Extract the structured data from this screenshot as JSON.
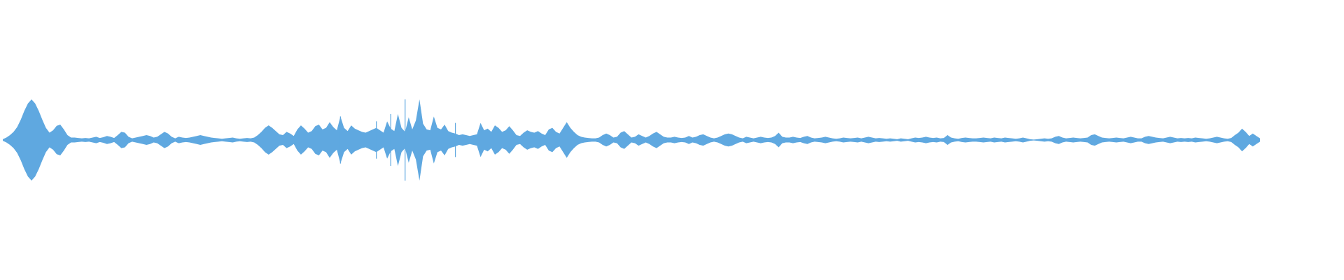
{
  "waveform": {
    "color": "#5fa8e0",
    "samples": [
      0.02,
      0.06,
      0.12,
      0.2,
      0.32,
      0.5,
      0.72,
      0.9,
      1.0,
      0.9,
      0.72,
      0.5,
      0.3,
      0.18,
      0.24,
      0.35,
      0.38,
      0.26,
      0.12,
      0.06,
      0.06,
      0.05,
      0.04,
      0.05,
      0.04,
      0.06,
      0.08,
      0.05,
      0.07,
      0.1,
      0.08,
      0.05,
      0.12,
      0.2,
      0.18,
      0.08,
      0.04,
      0.06,
      0.08,
      0.1,
      0.12,
      0.1,
      0.06,
      0.08,
      0.14,
      0.2,
      0.16,
      0.08,
      0.04,
      0.08,
      0.06,
      0.05,
      0.06,
      0.08,
      0.1,
      0.12,
      0.1,
      0.08,
      0.06,
      0.05,
      0.04,
      0.03,
      0.04,
      0.05,
      0.06,
      0.04,
      0.03,
      0.04,
      0.05,
      0.04,
      0.06,
      0.12,
      0.2,
      0.3,
      0.36,
      0.3,
      0.22,
      0.14,
      0.12,
      0.2,
      0.16,
      0.1,
      0.26,
      0.36,
      0.28,
      0.18,
      0.22,
      0.34,
      0.38,
      0.26,
      0.3,
      0.44,
      0.32,
      0.24,
      0.58,
      0.3,
      0.22,
      0.36,
      0.28,
      0.24,
      0.2,
      0.18,
      0.22,
      0.26,
      0.3,
      0.24,
      0.18,
      0.46,
      0.28,
      0.22,
      0.64,
      0.3,
      0.2,
      0.56,
      0.26,
      0.48,
      1.0,
      0.4,
      0.26,
      0.24,
      0.58,
      0.3,
      0.26,
      0.38,
      0.22,
      0.18,
      0.16,
      0.12,
      0.14,
      0.12,
      0.1,
      0.12,
      0.14,
      0.42,
      0.24,
      0.28,
      0.2,
      0.36,
      0.3,
      0.2,
      0.24,
      0.34,
      0.24,
      0.12,
      0.1,
      0.18,
      0.24,
      0.2,
      0.18,
      0.22,
      0.16,
      0.12,
      0.26,
      0.3,
      0.2,
      0.16,
      0.3,
      0.44,
      0.3,
      0.2,
      0.12,
      0.08,
      0.06,
      0.05,
      0.04,
      0.04,
      0.06,
      0.12,
      0.16,
      0.12,
      0.06,
      0.08,
      0.18,
      0.22,
      0.14,
      0.06,
      0.08,
      0.14,
      0.1,
      0.06,
      0.1,
      0.16,
      0.2,
      0.14,
      0.08,
      0.06,
      0.06,
      0.08,
      0.06,
      0.05,
      0.06,
      0.1,
      0.06,
      0.08,
      0.12,
      0.14,
      0.1,
      0.06,
      0.04,
      0.06,
      0.1,
      0.14,
      0.16,
      0.14,
      0.1,
      0.06,
      0.04,
      0.08,
      0.06,
      0.04,
      0.06,
      0.08,
      0.06,
      0.05,
      0.06,
      0.1,
      0.18,
      0.08,
      0.06,
      0.06,
      0.08,
      0.06,
      0.05,
      0.08,
      0.1,
      0.06,
      0.04,
      0.05,
      0.06,
      0.08,
      0.06,
      0.04,
      0.03,
      0.04,
      0.06,
      0.05,
      0.04,
      0.05,
      0.06,
      0.04,
      0.06,
      0.08,
      0.06,
      0.04,
      0.05,
      0.04,
      0.03,
      0.04,
      0.03,
      0.02,
      0.04,
      0.03,
      0.02,
      0.04,
      0.06,
      0.05,
      0.06,
      0.08,
      0.06,
      0.05,
      0.06,
      0.04,
      0.05,
      0.12,
      0.06,
      0.04,
      0.03,
      0.05,
      0.06,
      0.05,
      0.04,
      0.04,
      0.05,
      0.06,
      0.05,
      0.04,
      0.06,
      0.05,
      0.04,
      0.06,
      0.05,
      0.04,
      0.03,
      0.04,
      0.06,
      0.04,
      0.02,
      0.01,
      0.02,
      0.03,
      0.04,
      0.03,
      0.04,
      0.08,
      0.1,
      0.06,
      0.04,
      0.05,
      0.06,
      0.05,
      0.04,
      0.05,
      0.06,
      0.12,
      0.14,
      0.1,
      0.06,
      0.05,
      0.04,
      0.05,
      0.06,
      0.05,
      0.04,
      0.06,
      0.08,
      0.06,
      0.04,
      0.04,
      0.08,
      0.1,
      0.08,
      0.06,
      0.05,
      0.04,
      0.06,
      0.08,
      0.06,
      0.04,
      0.05,
      0.04,
      0.05,
      0.04,
      0.06,
      0.05,
      0.04,
      0.03,
      0.04,
      0.06,
      0.08,
      0.06,
      0.04,
      0.03,
      0.05,
      0.12,
      0.18,
      0.28,
      0.2,
      0.1,
      0.16,
      0.1,
      0.04
    ]
  }
}
